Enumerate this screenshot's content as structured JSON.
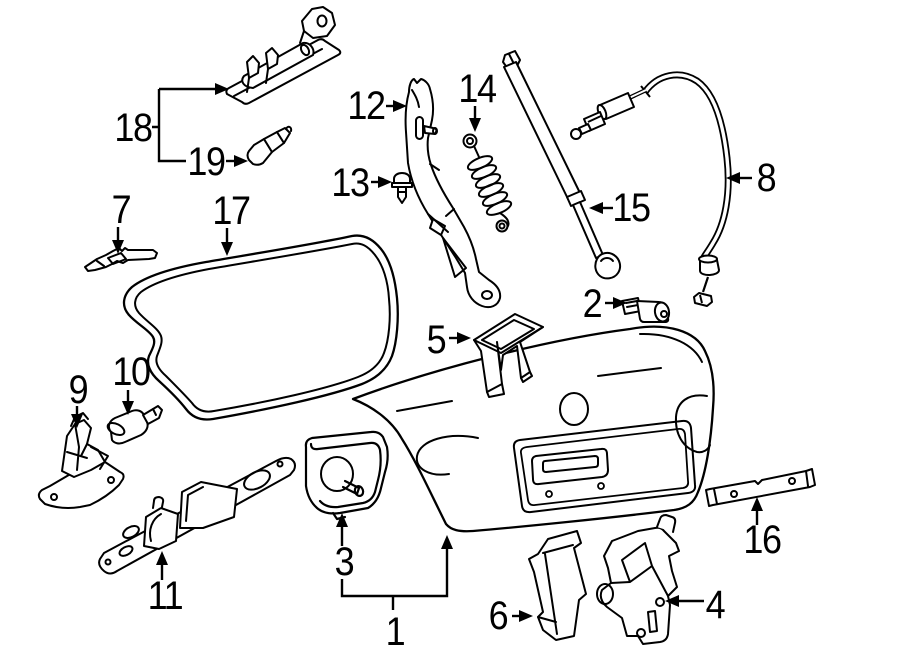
{
  "figure": {
    "type": "exploded-parts-diagram",
    "subject": "Vehicle trunk lid components",
    "background_color": "#ffffff",
    "line_color": "#000000",
    "label_color": "#000000"
  },
  "callouts": [
    {
      "number": "1",
      "depicts": "trunk-lid-panel"
    },
    {
      "number": "2",
      "depicts": "lock-cylinder"
    },
    {
      "number": "3",
      "depicts": "lock-bezel-pocket"
    },
    {
      "number": "4",
      "depicts": "trunk-latch"
    },
    {
      "number": "5",
      "depicts": "striker"
    },
    {
      "number": "6",
      "depicts": "latch-cover"
    },
    {
      "number": "7",
      "depicts": "retainer-bracket"
    },
    {
      "number": "8",
      "depicts": "release-cable"
    },
    {
      "number": "9",
      "depicts": "hinge-mount"
    },
    {
      "number": "10",
      "depicts": "stopper-bumper"
    },
    {
      "number": "11",
      "depicts": "high-mount-lamp-bar"
    },
    {
      "number": "12",
      "depicts": "hinge-arm"
    },
    {
      "number": "13",
      "depicts": "push-clip"
    },
    {
      "number": "14",
      "depicts": "torsion-spring"
    },
    {
      "number": "15",
      "depicts": "lift-support-strut"
    },
    {
      "number": "16",
      "depicts": "license-bracket-strip"
    },
    {
      "number": "17",
      "depicts": "weatherstrip-seal"
    },
    {
      "number": "18",
      "depicts": "license-plate-lamp"
    },
    {
      "number": "19",
      "depicts": "bulb"
    }
  ]
}
